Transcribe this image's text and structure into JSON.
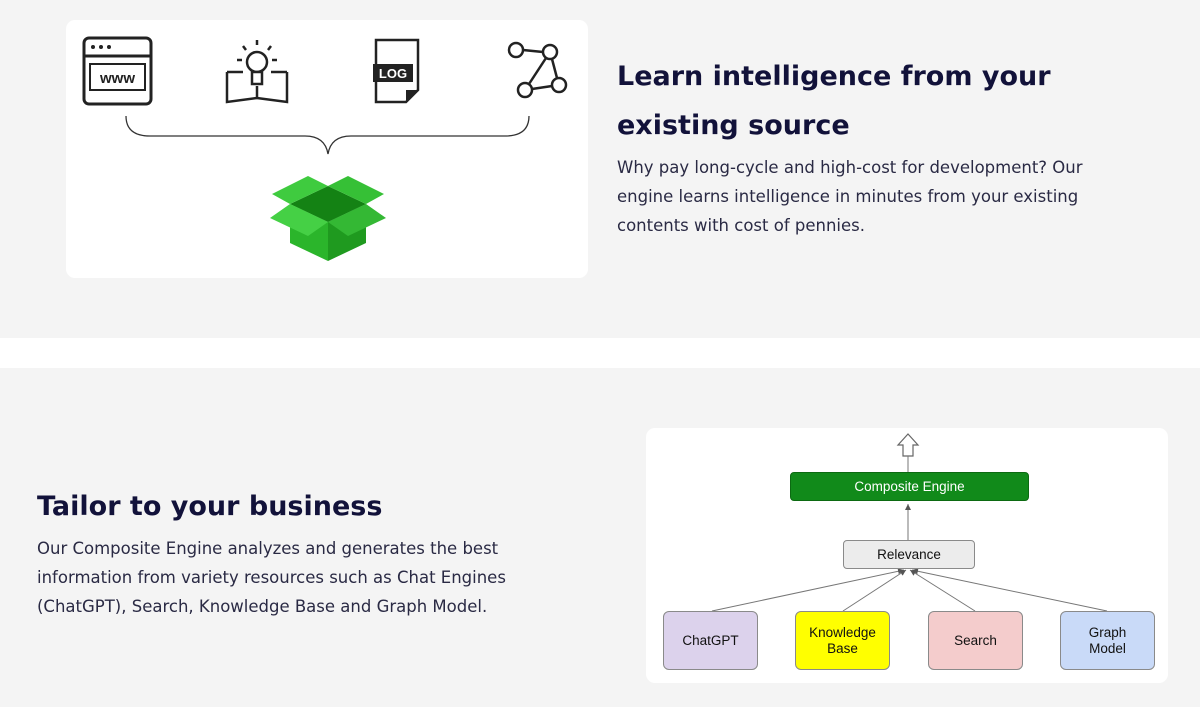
{
  "section_source": {
    "heading": "Learn intelligence from your existing source",
    "paragraph": "Why pay long-cycle and high-cost for development? Our engine learns intelligence in minutes from your existing contents with cost of pennies.",
    "icons": {
      "web": "browser-www-icon",
      "book": "lightbulb-book-icon",
      "log": "log-file-icon",
      "graph": "graph-nodes-icon",
      "box": "green-box-icon"
    },
    "www_label": "www",
    "log_label": "LOG",
    "colors": {
      "box_green": "#2bb52b",
      "heading": "#12123a"
    }
  },
  "section_business": {
    "heading": "Tailor to your business",
    "paragraph": "Our Composite Engine analyzes and generates the best information from variety resources such as Chat Engines (ChatGPT), Search, Knowledge Base and Graph Model.",
    "diagram": {
      "top": "Composite Engine",
      "middle": "Relevance",
      "sources": [
        {
          "label": "ChatGPT",
          "color": "#dcd2ec"
        },
        {
          "label": "Knowledge Base",
          "color": "#ffff00"
        },
        {
          "label": "Search",
          "color": "#f4cccc"
        },
        {
          "label": "Graph Model",
          "color": "#c9daf8"
        }
      ],
      "engine_color": "#118a1a"
    }
  }
}
